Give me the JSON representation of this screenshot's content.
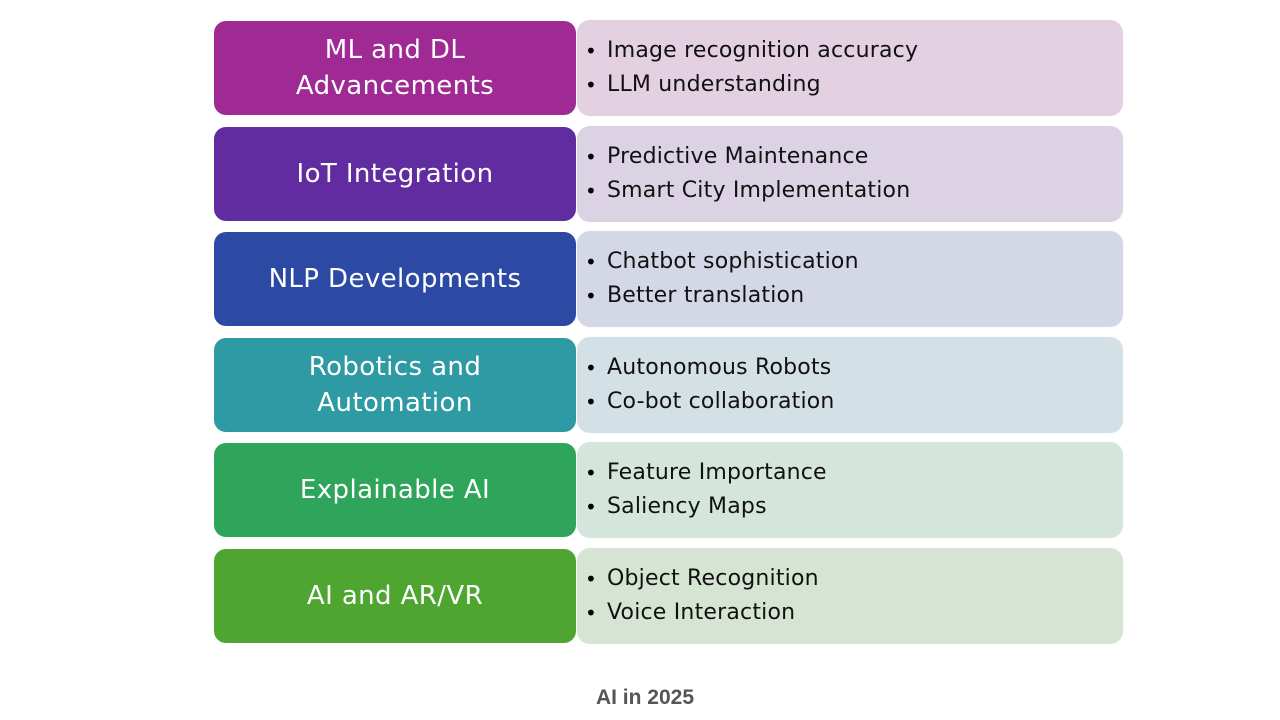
{
  "rows": [
    {
      "label": "ML and DL Advancements",
      "items": [
        "Image recognition accuracy",
        "LLM understanding"
      ],
      "label_color": "#9f2a93",
      "detail_color": "#e3d1e1"
    },
    {
      "label": "IoT Integration",
      "items": [
        "Predictive Maintenance",
        "Smart City Implementation"
      ],
      "label_color": "#602ca0",
      "detail_color": "#dbd3e4"
    },
    {
      "label": "NLP Developments",
      "items": [
        "Chatbot sophistication",
        "Better translation"
      ],
      "label_color": "#2c4aa3",
      "detail_color": "#d4d8e6"
    },
    {
      "label": "Robotics and Automation",
      "items": [
        "Autonomous Robots",
        "Co-bot collaboration"
      ],
      "label_color": "#2e9aa3",
      "detail_color": "#d3e1e6"
    },
    {
      "label": "Explainable AI",
      "items": [
        "Feature Importance",
        "Saliency Maps"
      ],
      "label_color": "#2fa55c",
      "detail_color": "#d4e6dc"
    },
    {
      "label": "AI and AR/VR",
      "items": [
        "Object Recognition",
        "Voice Interaction"
      ],
      "label_color": "#4ea631",
      "detail_color": "#d6e4d3"
    }
  ],
  "caption": "AI in 2025"
}
